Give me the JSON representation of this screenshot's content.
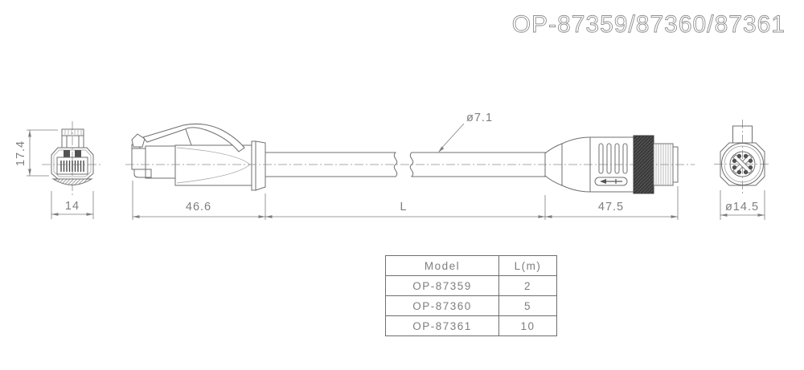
{
  "title": "OP-87359/87360/87361",
  "drawing": {
    "cable_diameter": "ø7.1",
    "dims": {
      "rj45_height": "17.4",
      "rj45_width": "14",
      "rj45_length": "46.6",
      "cable_length": "L",
      "m12_length": "47.5",
      "m12_diameter": "ø14.5"
    }
  },
  "table": {
    "headers": {
      "model": "Model",
      "length": "L(m)"
    },
    "rows": [
      {
        "model": "OP-87359",
        "length": "2"
      },
      {
        "model": "OP-87360",
        "length": "5"
      },
      {
        "model": "OP-87361",
        "length": "10"
      }
    ]
  },
  "colors": {
    "line": "#6f6f6f",
    "dim_text": "#7e7e7e",
    "knurl_dark": "#383838",
    "background": "#ffffff"
  }
}
